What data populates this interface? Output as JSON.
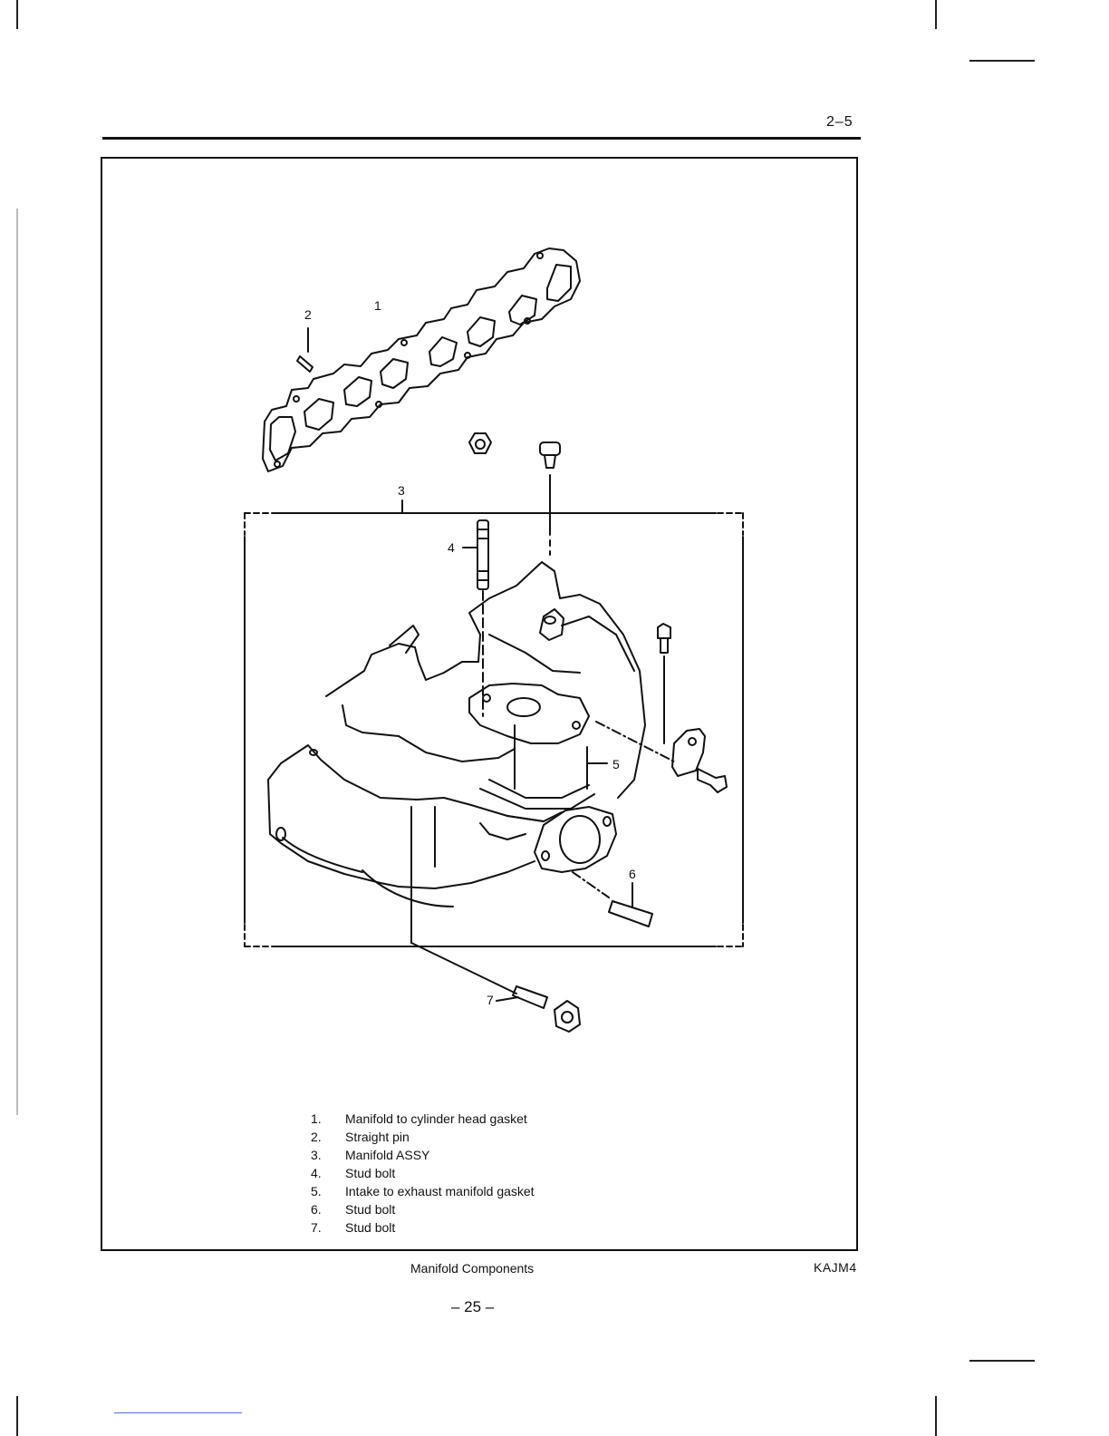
{
  "header": {
    "section_page": "2–5"
  },
  "figure": {
    "callouts": [
      "1",
      "2",
      "3",
      "4",
      "5",
      "6",
      "7"
    ],
    "caption": "Manifold Components",
    "code": "KAJM4"
  },
  "legend": [
    {
      "num": "1.",
      "text": "Manifold to cylinder head gasket"
    },
    {
      "num": "2.",
      "text": "Straight pin"
    },
    {
      "num": "3.",
      "text": "Manifold ASSY"
    },
    {
      "num": "4.",
      "text": "Stud bolt"
    },
    {
      "num": "5.",
      "text": "Intake to exhaust manifold gasket"
    },
    {
      "num": "6.",
      "text": "Stud bolt"
    },
    {
      "num": "7.",
      "text": "Stud bolt"
    }
  ],
  "footer": {
    "page_number": "– 25 –"
  }
}
